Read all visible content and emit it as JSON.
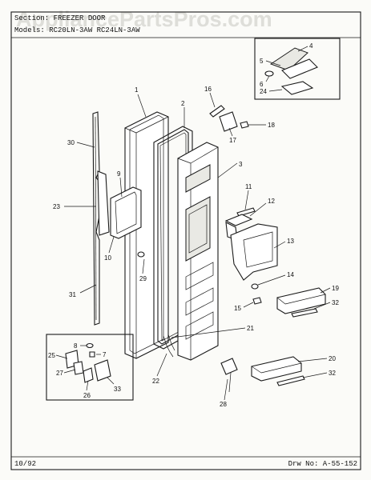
{
  "watermark": "AppliancePartsPros.com",
  "header": {
    "section": "Section: FREEZER DOOR",
    "models": "Models: RC20LN-3AW   RC24LN-3AW"
  },
  "footer": {
    "date": "10/92",
    "drawing_number": "Drw No: A-55-152"
  },
  "callouts": {
    "c1": "1",
    "c2": "2",
    "c3": "3",
    "c4": "4",
    "c5": "5",
    "c6": "6",
    "c7": "7",
    "c8": "8",
    "c9": "9",
    "c10": "10",
    "c11": "11",
    "c12": "12",
    "c13": "13",
    "c14": "14",
    "c15": "15",
    "c16": "16",
    "c17": "17",
    "c18": "18",
    "c19": "19",
    "c20": "20",
    "c21": "21",
    "c22": "22",
    "c23": "23",
    "c24": "24",
    "c25": "25",
    "c26": "26",
    "c27": "27",
    "c28": "28",
    "c29": "29",
    "c30": "30",
    "c31": "31",
    "c32a": "32",
    "c32b": "32",
    "c33": "33"
  }
}
